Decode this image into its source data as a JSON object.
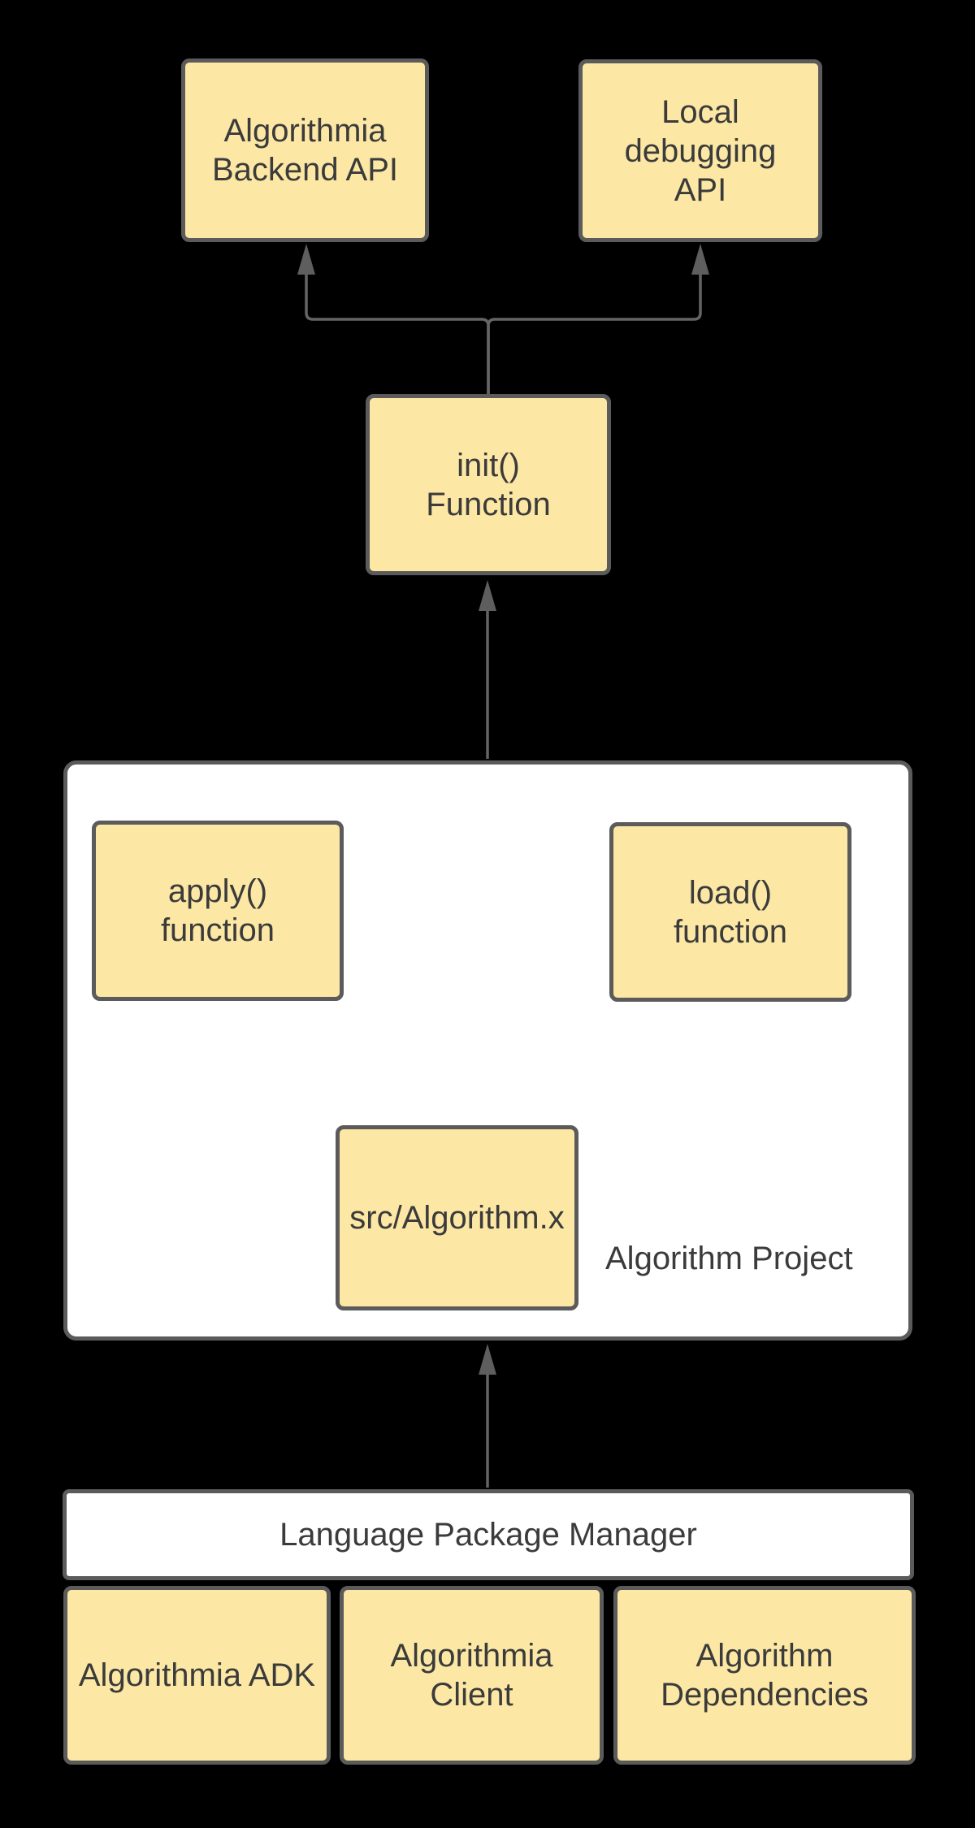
{
  "colors": {
    "background": "#000000",
    "node_fill": "#FCE8A4",
    "node_border": "#5B5B5B",
    "container_fill": "#FFFFFF",
    "connector": "#646464",
    "arrow": "#5E5E5E",
    "text": "#3B3B3B"
  },
  "diagram": {
    "type": "flowchart",
    "nodes": {
      "backend_api": {
        "label": "Algorithmia\nBackend API",
        "shape": "rounded-rect",
        "fill": "#FCE8A4"
      },
      "local_debugging_api": {
        "label": "Local\ndebugging\nAPI",
        "shape": "rounded-rect",
        "fill": "#FCE8A4"
      },
      "init_function": {
        "label": "init()\nFunction",
        "shape": "rounded-rect",
        "fill": "#FCE8A4"
      },
      "algorithm_project": {
        "label": "Algorithm Project",
        "shape": "container",
        "fill": "#FFFFFF"
      },
      "apply_function": {
        "label": "apply()\nfunction",
        "shape": "rounded-rect",
        "fill": "#FCE8A4"
      },
      "load_function": {
        "label": "load()\nfunction",
        "shape": "rounded-rect",
        "fill": "#FCE8A4"
      },
      "src_algorithm": {
        "label": "src/Algorithm.x",
        "shape": "rounded-rect",
        "fill": "#FCE8A4"
      },
      "language_package_manager": {
        "label": "Language Package Manager",
        "shape": "rect",
        "fill": "#FFFFFF"
      },
      "algorithmia_adk": {
        "label": "Algorithmia ADK",
        "shape": "rounded-rect",
        "fill": "#FCE8A4"
      },
      "algorithmia_client": {
        "label": "Algorithmia\nClient",
        "shape": "rounded-rect",
        "fill": "#FCE8A4"
      },
      "algorithm_dependencies": {
        "label": "Algorithm\nDependencies",
        "shape": "rounded-rect",
        "fill": "#FCE8A4"
      }
    },
    "edges": [
      {
        "from": "init_function",
        "to": "backend_api",
        "arrowhead": "triangle"
      },
      {
        "from": "init_function",
        "to": "local_debugging_api",
        "arrowhead": "triangle"
      },
      {
        "from": "algorithm_project",
        "to": "init_function",
        "arrowhead": "triangle"
      },
      {
        "from": "src_algorithm",
        "to": "apply_function",
        "arrowhead": "triangle"
      },
      {
        "from": "src_algorithm",
        "to": "load_function",
        "arrowhead": "triangle"
      },
      {
        "from": "language_package_manager",
        "to": "algorithm_project",
        "arrowhead": "triangle"
      }
    ]
  }
}
